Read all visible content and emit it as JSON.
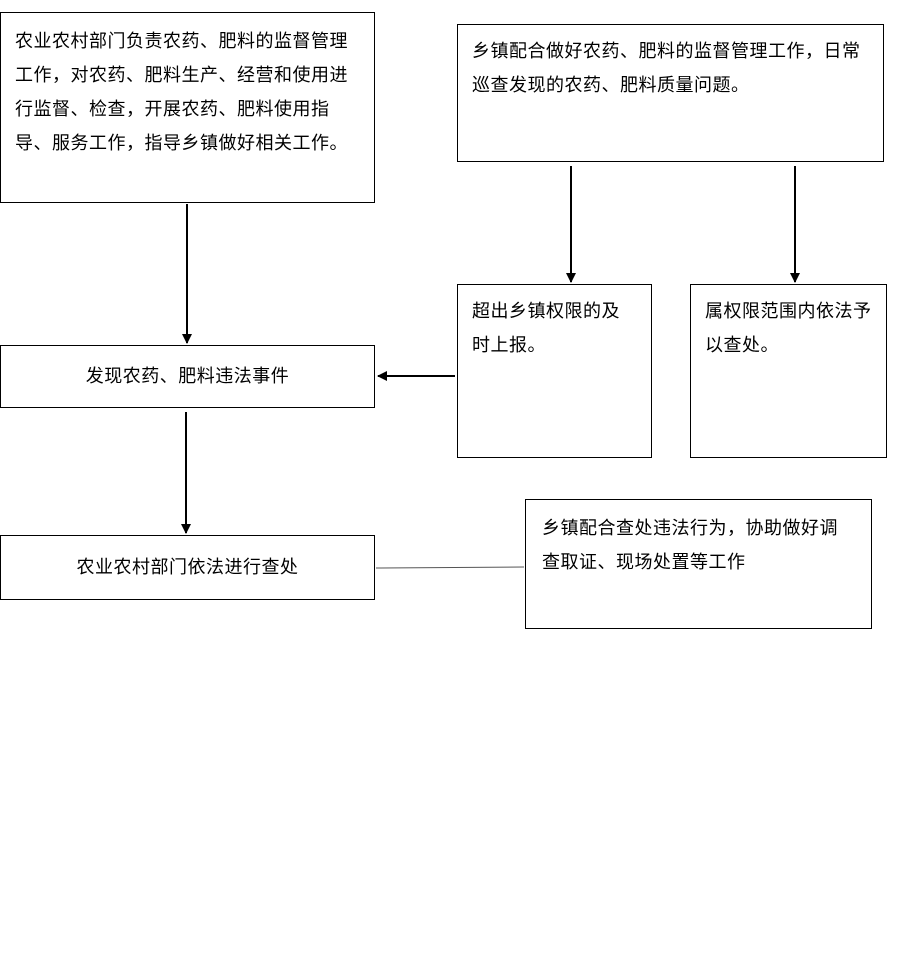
{
  "boxes": {
    "county": "农业农村部门负责农药、肥料的监督管理工作，对农药、肥料生产、经营和使用进行监督、检查，开展农药、肥料使用指导、服务工作，指导乡镇做好相关工作。",
    "township": "乡镇配合做好农药、肥料的监督管理工作，日常巡查发现的农药、肥料质量问题。",
    "beyond_authority": "超出乡镇权限的及时上报。",
    "within_authority": "属权限范围内依法予以查处。",
    "violation_found": "发现农药、肥料违法事件",
    "investigate": "农业农村部门依法进行查处",
    "assist": "乡镇配合查处违法行为，协助做好调查取证、现场处置等工作"
  }
}
